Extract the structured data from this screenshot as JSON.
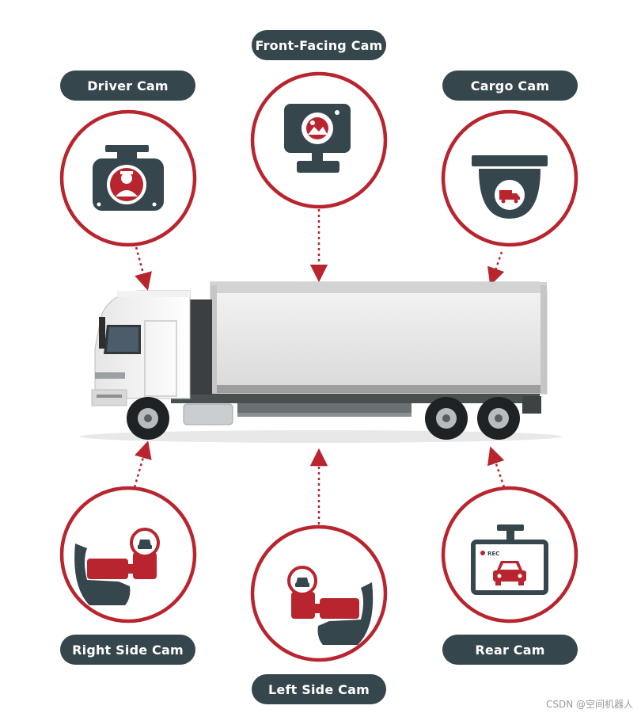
{
  "labels": {
    "front": "Front-Facing Cam",
    "driver": "Driver Cam",
    "cargo": "Cargo Cam",
    "right_side": "Right Side Cam",
    "left_side": "Left Side Cam",
    "rear": "Rear Cam"
  },
  "rec_text": "REC",
  "watermark": "CSDN @空间机器人",
  "colors": {
    "accent_red": "#b8252e",
    "slate": "#36464d",
    "white": "#ffffff"
  },
  "icons": [
    "monitor-camera-icon",
    "dash-camera-driver-icon",
    "dome-camera-truck-icon",
    "side-mirror-camera-icon",
    "rear-camera-monitor-icon"
  ]
}
